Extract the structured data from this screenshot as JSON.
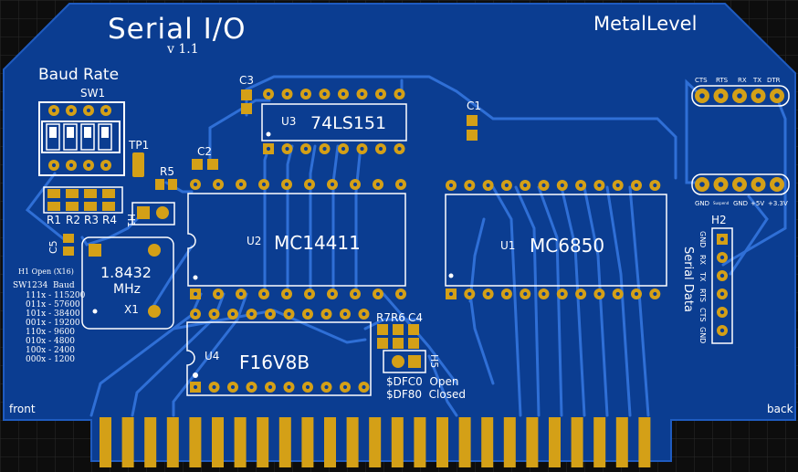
{
  "colors": {
    "background": "#0d0d0d",
    "grid": "#2a2a2a",
    "board": "#0b3d91",
    "board_edge": "#1f5bbf",
    "trace": "#2f6fd6",
    "copper": "#d4a017",
    "silkscreen": "#ffffff"
  },
  "title": "Serial I/O",
  "version": "v 1.1",
  "brand": "MetalLevel",
  "baud": {
    "heading": "Baud Rate",
    "switch_ref": "SW1",
    "testpoint": "TP1",
    "resistors": [
      "R1",
      "R2",
      "R3",
      "R4"
    ],
    "r5": "R5",
    "h1": "H1",
    "c5": "C5",
    "table_title": "H1 Open (X16)",
    "table_header": "SW1234  Baud",
    "table_rows": [
      "111x - 115200",
      "011x - 57600",
      "101x - 38400",
      "001x - 19200",
      "110x - 9600",
      "010x - 4800",
      "100x - 2400",
      "000x - 1200"
    ]
  },
  "crystal": {
    "freq": "1.8432",
    "unit": "MHz",
    "ref": "X1"
  },
  "caps": {
    "c1": "C1",
    "c2": "C2",
    "c3": "C3",
    "c4": "C4"
  },
  "chips": {
    "u1": {
      "ref": "U1",
      "part": "MC6850"
    },
    "u2": {
      "ref": "U2",
      "part": "MC14411"
    },
    "u3": {
      "ref": "U3",
      "part": "74LS151"
    },
    "u4": {
      "ref": "U4",
      "part": "F16V8B"
    }
  },
  "r7r6": "R7R6",
  "h5": {
    "ref": "H5",
    "open": "$DFC0  Open",
    "closed": "$DF80  Closed"
  },
  "header_top_labels": [
    "CTS",
    "RTS",
    "RX",
    "TX",
    "DTR"
  ],
  "header_bottom_labels": [
    "GND",
    "Suspend",
    "GND",
    "+5V",
    "+3.3V"
  ],
  "h2": {
    "ref": "H2",
    "pins": [
      "GND",
      "RX",
      "TX",
      "RTS",
      "CTS",
      "GND"
    ],
    "caption": "Serial Data"
  },
  "edges": {
    "front": "front",
    "back": "back"
  }
}
